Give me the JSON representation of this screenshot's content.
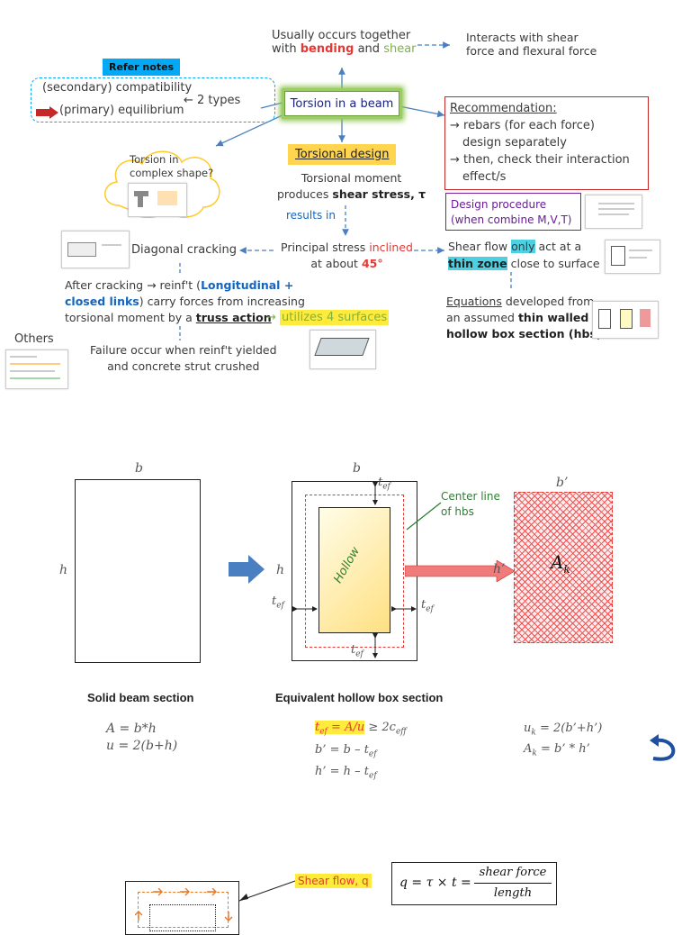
{
  "mindmap": {
    "usually_line1": "Usually occurs together",
    "usually_with": "with",
    "usually_bending": "bending",
    "usually_and": "and",
    "usually_shear": "shear",
    "interacts_line1": "Interacts with shear",
    "interacts_line2": "force and flexural force",
    "refer_notes": "Refer notes",
    "secondary": "(secondary) compatibility",
    "primary": "(primary) equilibrium",
    "two_types": "← 2 types",
    "torsion_in_beam": "Torsion in a beam",
    "recommendation_title": "Recommendation:",
    "rec_line1": "→ rebars (for each force)",
    "rec_line2": "design separately",
    "rec_line3": "→ then, check their interaction",
    "rec_line4": "effect/s",
    "cloud_line1": "Torsion in",
    "cloud_line2": "complex shape?",
    "torsional_design": "Torsional design",
    "torsional_moment_1": "Torsional moment",
    "torsional_moment_2a": "produces",
    "torsional_moment_2b": "shear stress, τ",
    "design_proc_1": "Design procedure",
    "design_proc_2": "(when combine M,V,T)",
    "results_in": "results in",
    "diagonal_cracking": "Diagonal cracking",
    "principal_1a": "Principal stress",
    "principal_1b": "inclined",
    "principal_2a": "at about",
    "principal_2b": "45°",
    "shear_flow_1a": "Shear flow",
    "shear_flow_1b": "only",
    "shear_flow_1c": "act at a",
    "shear_flow_2a": "thin zone",
    "shear_flow_2b": "close to surface",
    "after_1a": "After cracking → reinf't (",
    "after_1b": "Longitudinal +",
    "after_2a": "closed links",
    "after_2b": ") carry forces from increasing",
    "after_3a": "torsional moment by a",
    "after_3b": "truss action",
    "utilizes_arrow": "→",
    "utilizes": "utilizes 4 surfaces",
    "equations_1a": "Equations",
    "equations_1b": "developed from",
    "equations_2a": "an assumed",
    "equations_2b": "thin walled",
    "equations_3": "hollow box section (hbs)",
    "others": "Others",
    "failure_1": "Failure occur when reinf't yielded",
    "failure_2": "and concrete strut crushed"
  },
  "sections": {
    "b1": "b",
    "h1": "h",
    "b2": "b",
    "h2": "h",
    "t_top": "t",
    "t_left": "t",
    "t_right": "t",
    "t_bottom": "t",
    "t_sub": "ef",
    "hollow": "Hollow",
    "center_line_1": "Center line",
    "center_line_2": "of hbs",
    "b3": "b’",
    "h3": "h’",
    "ak": "A",
    "ak_sub": "k",
    "solid_title": "Solid beam section",
    "hollow_title": "Equivalent hollow box section",
    "solid_eq1": "A = b*h",
    "solid_eq2": "u = 2(b+h)",
    "hollow_eq1a": "t",
    "hollow_eq1b": "ef",
    "hollow_eq1c": " = A/u",
    "hollow_eq1d": " ≥ 2c",
    "hollow_eq1e": "eff",
    "hollow_eq2a": "b’ = b – t",
    "hollow_eq2b": "ef",
    "hollow_eq3a": "h’ = h – t",
    "hollow_eq3b": "ef",
    "ak_eq1a": "u",
    "ak_eq1b": "k",
    "ak_eq1c": " = 2(b’+h’)",
    "ak_eq2a": "A",
    "ak_eq2b": "k",
    "ak_eq2c": " = b’ * h’"
  },
  "bottom": {
    "shear_flow_label": "Shear flow, q",
    "formula_lhs": "q = τ × t =",
    "formula_num": "shear force",
    "formula_den": "length"
  },
  "colors": {
    "accent_blue": "#4a7fc1",
    "red_box": "#c62828",
    "purple_box": "#7b1fa2",
    "yellow": "#ffeb3b",
    "green": "#7cb342"
  }
}
